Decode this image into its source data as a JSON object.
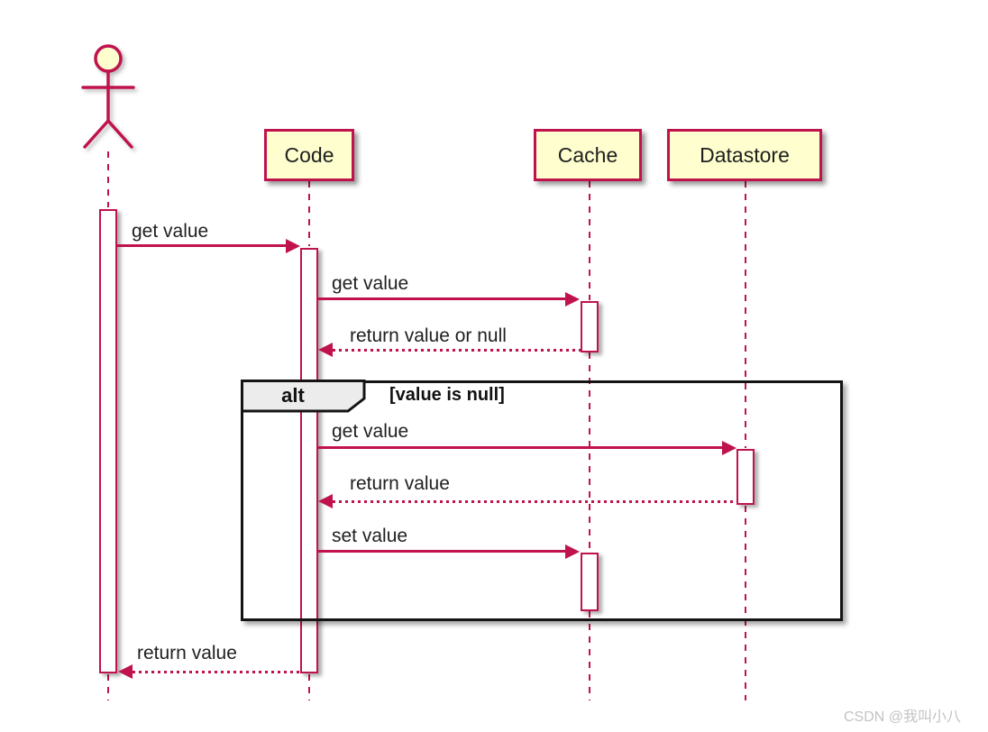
{
  "diagram": {
    "type": "uml-sequence",
    "actor": {
      "role": "user-actor",
      "label": ""
    },
    "participants": [
      {
        "label": "Code"
      },
      {
        "label": "Cache"
      },
      {
        "label": "Datastore"
      }
    ],
    "messages": [
      {
        "label": "get value",
        "from": "actor",
        "to": "Code",
        "line": "solid"
      },
      {
        "label": "get value",
        "from": "Code",
        "to": "Cache",
        "line": "solid"
      },
      {
        "label": "return value or null",
        "from": "Cache",
        "to": "Code",
        "line": "dotted"
      },
      {
        "label": "get value",
        "from": "Code",
        "to": "Datastore",
        "line": "solid"
      },
      {
        "label": "return value",
        "from": "Datastore",
        "to": "Code",
        "line": "dotted"
      },
      {
        "label": "set value",
        "from": "Code",
        "to": "Cache",
        "line": "solid"
      },
      {
        "label": "return value",
        "from": "Code",
        "to": "actor",
        "line": "dotted"
      }
    ],
    "fragment": {
      "operator": "alt",
      "guard": "[value is null]"
    },
    "colors": {
      "line": "#c0134e",
      "participant_fill": "#fefece",
      "fragment_border": "#141414",
      "operator_fill": "#ececec",
      "text": "#1f1f1f",
      "watermark": "#c3c3c3",
      "background": "#ffffff"
    },
    "watermark": "CSDN @我叫小八"
  }
}
